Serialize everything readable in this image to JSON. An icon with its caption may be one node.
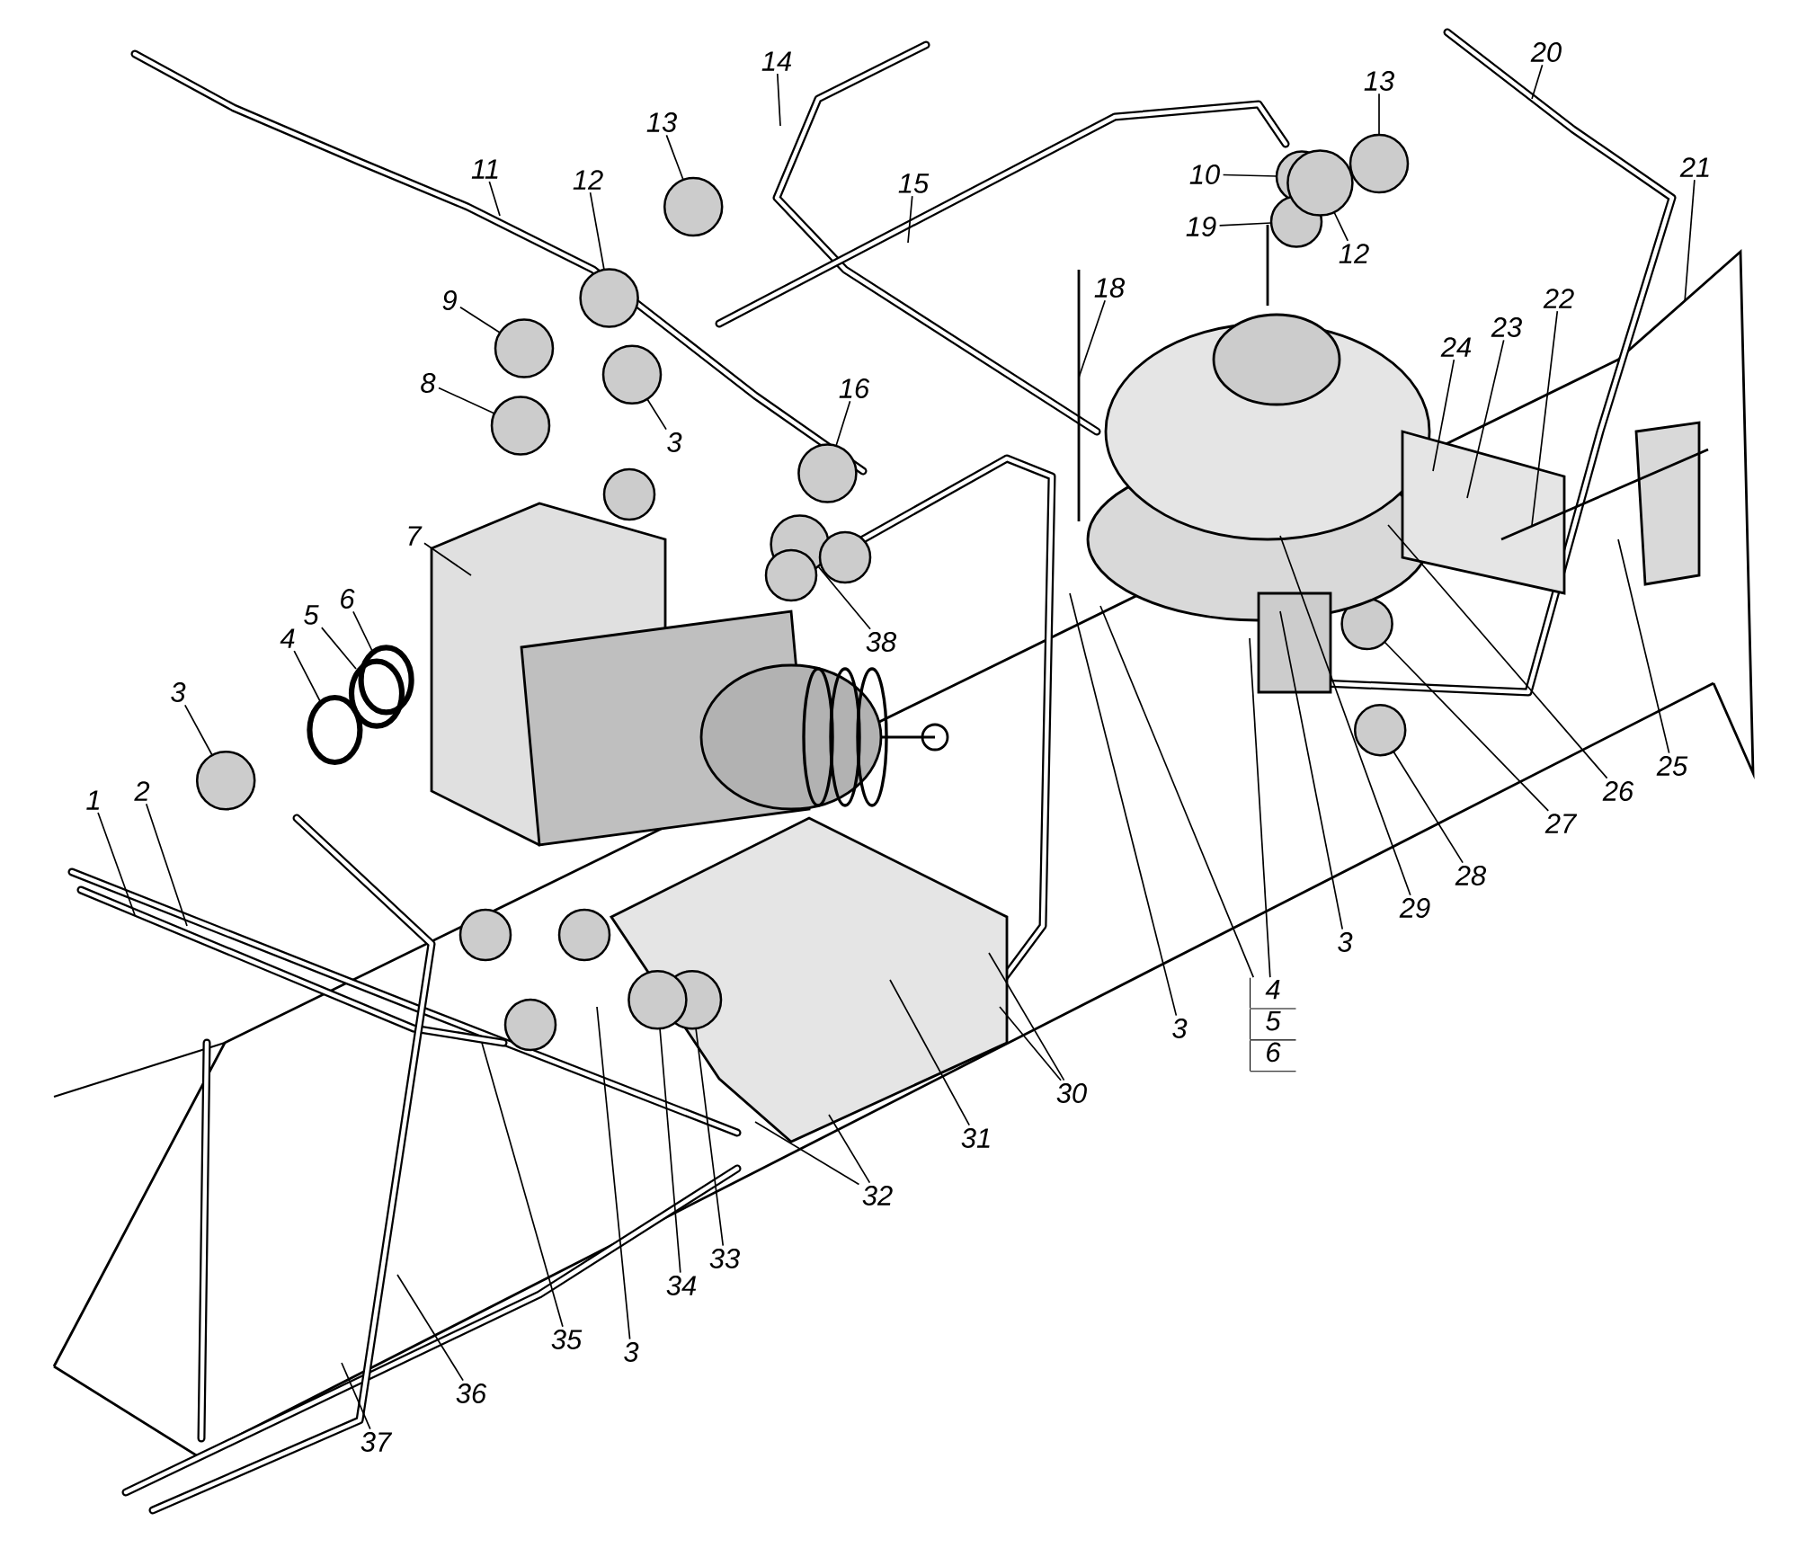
{
  "diagram": {
    "nodes": [
      {
        "text": [
          "1"
        ]
      },
      {
        "text": [
          "2"
        ]
      },
      {
        "text": [
          "3"
        ]
      },
      {
        "text": [
          "4"
        ]
      },
      {
        "text": [
          "5"
        ]
      },
      {
        "text": [
          "6"
        ]
      },
      {
        "text": [
          "7"
        ]
      },
      {
        "text": [
          "8"
        ]
      },
      {
        "text": [
          "9"
        ]
      },
      {
        "text": [
          "11"
        ]
      },
      {
        "text": [
          "12"
        ]
      },
      {
        "text": [
          "13"
        ]
      },
      {
        "text": [
          "14"
        ]
      },
      {
        "text": [
          "15"
        ]
      },
      {
        "text": [
          "3"
        ]
      },
      {
        "text": [
          "16"
        ]
      },
      {
        "text": [
          "38"
        ]
      },
      {
        "text": [
          "10"
        ]
      },
      {
        "text": [
          "19"
        ]
      },
      {
        "text": [
          "12"
        ]
      },
      {
        "text": [
          "13"
        ]
      },
      {
        "text": [
          "18"
        ]
      },
      {
        "text": [
          "20"
        ]
      },
      {
        "text": [
          "21"
        ]
      },
      {
        "text": [
          "22"
        ]
      },
      {
        "text": [
          "23"
        ]
      },
      {
        "text": [
          "24"
        ]
      },
      {
        "text": [
          "25"
        ]
      },
      {
        "text": [
          "26"
        ]
      },
      {
        "text": [
          "27"
        ]
      },
      {
        "text": [
          "28"
        ]
      },
      {
        "text": [
          "29"
        ]
      },
      {
        "text": [
          "3"
        ]
      },
      {
        "text": [
          "3"
        ]
      },
      {
        "text": [
          "4",
          "5",
          "6"
        ]
      },
      {
        "text": [
          "30"
        ]
      },
      {
        "text": [
          "31"
        ]
      },
      {
        "text": [
          "32"
        ]
      },
      {
        "text": [
          "33"
        ]
      },
      {
        "text": [
          "34"
        ]
      },
      {
        "text": [
          "3"
        ]
      },
      {
        "text": [
          "35"
        ]
      },
      {
        "text": [
          "36"
        ]
      },
      {
        "text": [
          "37"
        ]
      }
    ],
    "edges": [
      {
        "from": 0,
        "to": null,
        "arrow": "none"
      },
      {
        "from": 1,
        "to": null,
        "arrow": "none"
      },
      {
        "from": 2,
        "to": null,
        "arrow": "none"
      },
      {
        "from": 3,
        "to": null,
        "arrow": "none"
      },
      {
        "from": 4,
        "to": null,
        "arrow": "none"
      },
      {
        "from": 5,
        "to": null,
        "arrow": "none"
      },
      {
        "from": 6,
        "to": null,
        "arrow": "none"
      },
      {
        "from": 7,
        "to": null,
        "arrow": "none"
      },
      {
        "from": 8,
        "to": null,
        "arrow": "none"
      },
      {
        "from": 9,
        "to": null,
        "arrow": "none"
      },
      {
        "from": 10,
        "to": null,
        "arrow": "none"
      },
      {
        "from": 11,
        "to": null,
        "arrow": "none"
      },
      {
        "from": 12,
        "to": null,
        "arrow": "none"
      },
      {
        "from": 13,
        "to": null,
        "arrow": "none"
      },
      {
        "from": 14,
        "to": null,
        "arrow": "none"
      },
      {
        "from": 15,
        "to": null,
        "arrow": "none"
      },
      {
        "from": 16,
        "to": null,
        "arrow": "none"
      },
      {
        "from": 17,
        "to": null,
        "arrow": "none"
      },
      {
        "from": 18,
        "to": null,
        "arrow": "none"
      },
      {
        "from": 19,
        "to": null,
        "arrow": "none"
      },
      {
        "from": 20,
        "to": null,
        "arrow": "none"
      },
      {
        "from": 21,
        "to": null,
        "arrow": "none"
      },
      {
        "from": 22,
        "to": null,
        "arrow": "none"
      },
      {
        "from": 23,
        "to": null,
        "arrow": "none"
      },
      {
        "from": 24,
        "to": null,
        "arrow": "none"
      },
      {
        "from": 25,
        "to": null,
        "arrow": "none"
      },
      {
        "from": 26,
        "to": null,
        "arrow": "none"
      },
      {
        "from": 27,
        "to": null,
        "arrow": "none"
      },
      {
        "from": 28,
        "to": null,
        "arrow": "none"
      },
      {
        "from": 29,
        "to": null,
        "arrow": "none"
      },
      {
        "from": 30,
        "to": null,
        "arrow": "none"
      },
      {
        "from": 31,
        "to": null,
        "arrow": "none"
      },
      {
        "from": 32,
        "to": null,
        "arrow": "none"
      },
      {
        "from": 33,
        "to": null,
        "arrow": "none"
      },
      {
        "from": 34,
        "to": null,
        "arrow": "none"
      },
      {
        "from": 34,
        "to": null,
        "arrow": "none"
      },
      {
        "from": 35,
        "to": null,
        "arrow": "none"
      },
      {
        "from": 35,
        "to": null,
        "arrow": "none"
      },
      {
        "from": 36,
        "to": null,
        "arrow": "none"
      },
      {
        "from": 37,
        "to": null,
        "arrow": "none"
      },
      {
        "from": 37,
        "to": null,
        "arrow": "none"
      },
      {
        "from": 38,
        "to": null,
        "arrow": "none"
      },
      {
        "from": 39,
        "to": null,
        "arrow": "none"
      },
      {
        "from": 40,
        "to": null,
        "arrow": "none"
      },
      {
        "from": 41,
        "to": null,
        "arrow": "none"
      },
      {
        "from": 42,
        "to": null,
        "arrow": "none"
      },
      {
        "from": 43,
        "to": null,
        "arrow": "none"
      }
    ]
  }
}
